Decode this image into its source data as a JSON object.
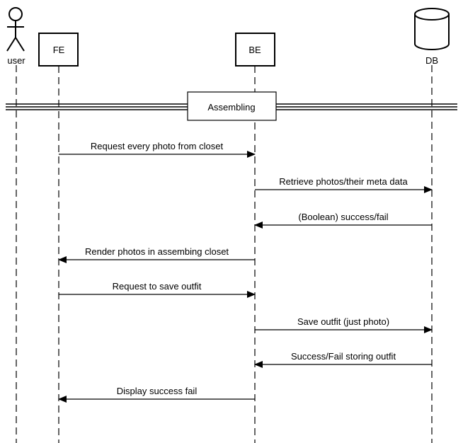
{
  "participants": {
    "user": "user",
    "fe": "FE",
    "be": "BE",
    "db": "DB"
  },
  "fragment": {
    "label": "Assembling"
  },
  "messages": [
    {
      "from": "fe",
      "to": "be",
      "label": "Request every photo from closet"
    },
    {
      "from": "be",
      "to": "db",
      "label": "Retrieve photos/their meta data"
    },
    {
      "from": "db",
      "to": "be",
      "label": "(Boolean) success/fail"
    },
    {
      "from": "be",
      "to": "fe",
      "label": "Render photos in assembing closet"
    },
    {
      "from": "fe",
      "to": "be",
      "label": "Request to save outfit"
    },
    {
      "from": "be",
      "to": "db",
      "label": "Save outfit (just photo)"
    },
    {
      "from": "db",
      "to": "be",
      "label": "Success/Fail storing outfit"
    },
    {
      "from": "be",
      "to": "fe",
      "label": "Display success fail"
    }
  ]
}
